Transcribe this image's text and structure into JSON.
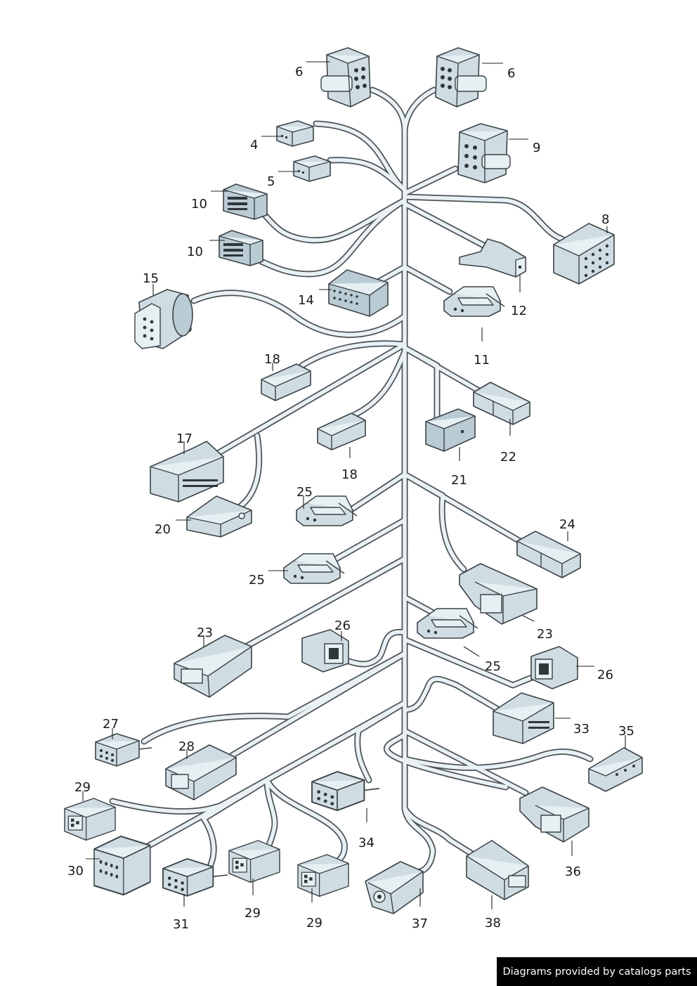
{
  "labels": {
    "l6a": "6",
    "l6b": "6",
    "l4": "4",
    "l9": "9",
    "l5": "5",
    "l10a": "10",
    "l10b": "10",
    "l8": "8",
    "l15": "15",
    "l14": "14",
    "l12": "12",
    "l11": "11",
    "l18a": "18",
    "l18b": "18",
    "l17": "17",
    "l22": "22",
    "l21": "21",
    "l20": "20",
    "l25a": "25",
    "l24": "24",
    "l25b": "25",
    "l23a": "23",
    "l23b": "23",
    "l26a": "26",
    "l25c": "25",
    "l26b": "26",
    "l27": "27",
    "l33": "33",
    "l35": "35",
    "l28": "28",
    "l29a": "29",
    "l34": "34",
    "l36": "36",
    "l30": "30",
    "l31": "31",
    "l29b": "29",
    "l29c": "29",
    "l37": "37",
    "l38": "38"
  },
  "credit": "Diagrams provided by catalogs parts"
}
